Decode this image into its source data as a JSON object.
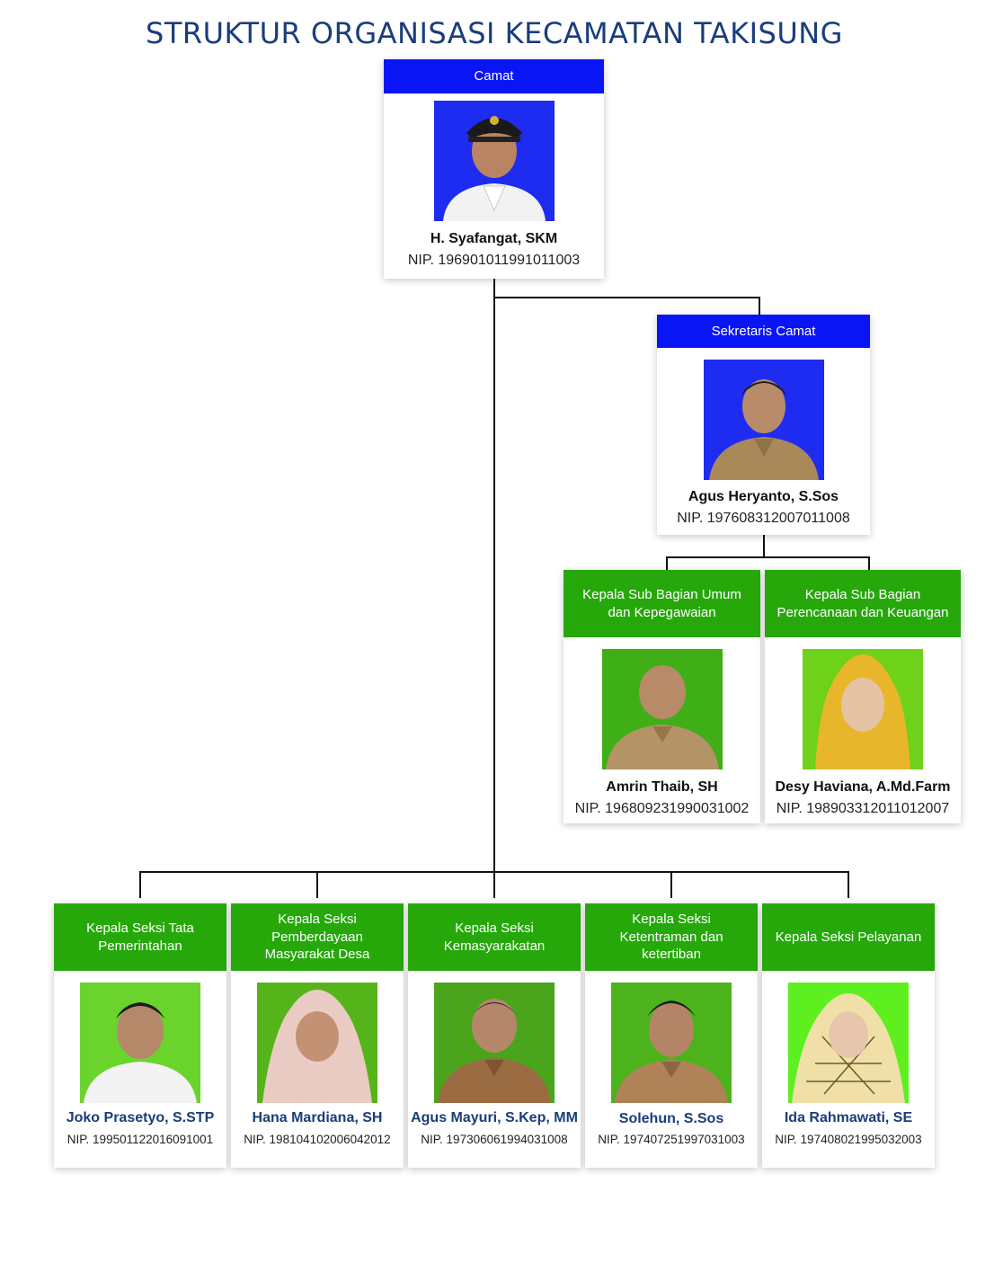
{
  "title": "STRUKTUR ORGANISASI KECAMATAN TAKISUNG",
  "colors": {
    "title": "#1a3d7c",
    "blue_header": "#0a15f5",
    "green_header": "#26a80b",
    "photo_blue": "#1e2cf2",
    "photo_green": "#4fc814"
  },
  "camat": {
    "role": "Camat",
    "name": "H. Syafangat, SKM",
    "nip": "NIP. 196901011991011003"
  },
  "sekcam": {
    "role": "Sekretaris Camat",
    "name": "Agus Heryanto, S.Sos",
    "nip": "NIP. 197608312007011008"
  },
  "subbag": [
    {
      "role": "Kepala Sub Bagian Umum dan Kepegawaian",
      "name": "Amrin Thaib, SH",
      "nip": "NIP. 196809231990031002"
    },
    {
      "role": "Kepala Sub Bagian Perencanaan dan Keuangan",
      "name": "Desy Haviana, A.Md.Farm",
      "nip": "NIP. 198903312011012007"
    }
  ],
  "seksi": [
    {
      "role": "Kepala Seksi Tata Pemerintahan",
      "name": "Joko Prasetyo, S.STP",
      "nip": "NIP. 199501122016091001"
    },
    {
      "role": "Kepala Seksi Pemberdayaan Masyarakat Desa",
      "name": "Hana Mardiana, SH",
      "nip": "NIP. 198104102006042012"
    },
    {
      "role": "Kepala Seksi Kemasyarakatan",
      "name": "Agus Mayuri, S.Kep, MM",
      "nip": "NIP. 197306061994031008"
    },
    {
      "role": "Kepala Seksi Ketentraman dan ketertiban",
      "name": "Solehun, S.Sos",
      "nip": "NIP. 197407251997031003"
    },
    {
      "role": "Kepala Seksi Pelayanan",
      "name": "Ida Rahmawati, SE",
      "nip": "NIP. 197408021995032003"
    }
  ]
}
